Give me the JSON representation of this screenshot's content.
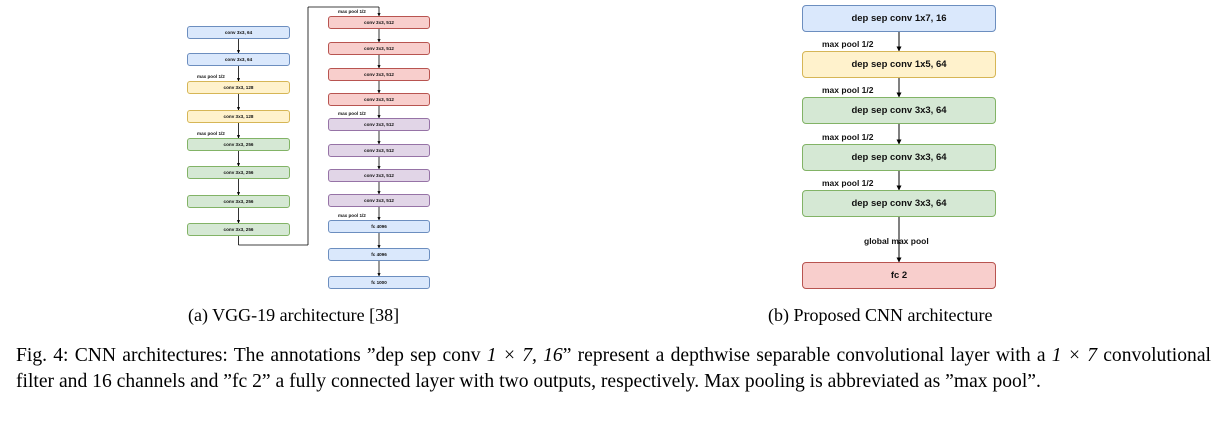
{
  "vgg19": {
    "caption": "(a) VGG-19 architecture [38]",
    "layers": [
      {
        "label": "conv 3x3, 64",
        "pool_label": "",
        "color": "blue"
      },
      {
        "label": "conv 3x3, 64",
        "pool_label": "",
        "color": "blue"
      },
      {
        "label": "conv 3x3, 128",
        "pool_label": "max pool 1/2",
        "color": "yellow"
      },
      {
        "label": "conv 3x3, 128",
        "pool_label": "",
        "color": "yellow"
      },
      {
        "label": "conv 3x3, 256",
        "pool_label": "max pool 1/2",
        "color": "green"
      },
      {
        "label": "conv 3x3, 256",
        "pool_label": "",
        "color": "green"
      },
      {
        "label": "conv 3x3, 256",
        "pool_label": "",
        "color": "green"
      },
      {
        "label": "conv 3x3, 256",
        "pool_label": "",
        "color": "green"
      },
      {
        "label": "conv 3x3, 512",
        "pool_label": "max pool 1/2",
        "color": "red"
      },
      {
        "label": "conv 3x3, 512",
        "pool_label": "",
        "color": "red"
      },
      {
        "label": "conv 3x3, 512",
        "pool_label": "",
        "color": "red"
      },
      {
        "label": "conv 3x3, 512",
        "pool_label": "",
        "color": "red"
      },
      {
        "label": "conv 3x3, 512",
        "pool_label": "max pool 1/2",
        "color": "purple"
      },
      {
        "label": "conv 3x3, 512",
        "pool_label": "",
        "color": "purple"
      },
      {
        "label": "conv 3x3, 512",
        "pool_label": "",
        "color": "purple"
      },
      {
        "label": "conv 3x3, 512",
        "pool_label": "",
        "color": "purple"
      },
      {
        "label": "fc 4096",
        "pool_label": "max pool 1/2",
        "color": "blue"
      },
      {
        "label": "fc 4096",
        "pool_label": "",
        "color": "blue"
      },
      {
        "label": "fc 1000",
        "pool_label": "",
        "color": "blue"
      }
    ]
  },
  "proposed": {
    "caption": "(b) Proposed CNN architecture",
    "layers": [
      {
        "label": "dep sep conv 1x7, 16",
        "pool_label": "",
        "color": "blue"
      },
      {
        "label": "dep sep conv 1x5, 64",
        "pool_label": "max pool 1/2",
        "color": "yellow"
      },
      {
        "label": "dep sep conv 3x3, 64",
        "pool_label": "max pool 1/2",
        "color": "green"
      },
      {
        "label": "dep sep conv 3x3, 64",
        "pool_label": "max pool 1/2",
        "color": "green"
      },
      {
        "label": "dep sep conv 3x3, 64",
        "pool_label": "max pool 1/2",
        "color": "green"
      },
      {
        "label": "fc 2",
        "pool_label": "global max pool",
        "color": "red"
      }
    ]
  },
  "colors": {
    "blue": {
      "fill": "#dae8fc",
      "stroke": "#6c8ebf"
    },
    "yellow": {
      "fill": "#fff2cc",
      "stroke": "#d6b656"
    },
    "green": {
      "fill": "#d5e8d4",
      "stroke": "#82b366"
    },
    "red": {
      "fill": "#f8cecc",
      "stroke": "#b85450"
    },
    "purple": {
      "fill": "#e1d5e7",
      "stroke": "#9673a6"
    }
  },
  "figure_caption": {
    "part1": "Fig. 4: CNN architectures: The annotations ”dep sep conv ",
    "math1": "1 × 7, 16",
    "part2": "” represent a depthwise separable convolutional layer with a ",
    "math2": "1 × 7",
    "part3": " convolutional filter and 16 channels and ”fc 2” a fully connected layer with two outputs, respectively. Max pooling is abbreviated as ”max pool”."
  }
}
